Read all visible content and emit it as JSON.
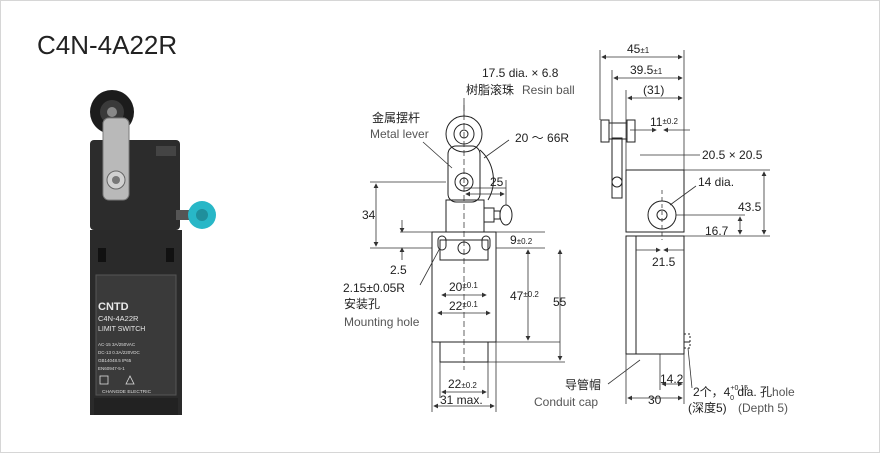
{
  "title": "C4N-4A22R",
  "colors": {
    "line": "#222222",
    "dim": "#333333",
    "text": "#222222",
    "gray_text": "#555555",
    "body_dark": "#2a2a2a",
    "plunger": "#28b7c7",
    "roller_arm": "#b5b5b5"
  },
  "product_photo": {
    "brand": "CNTD",
    "model": "C4N-4A22R",
    "type": "LIMIT SWITCH",
    "rating_1": "AC-15  3A/250VAC",
    "rating_2": "DC-13  0.3A/220VDC",
    "std_1": "GB14048.5  IP65",
    "std_2": "EN60947-5-1",
    "maker": "CHANGDE ELECTRIC"
  },
  "front_view": {
    "resin_ball_size": "17.5 dia. × 6.8",
    "resin_ball_cn": "树脂滚珠",
    "resin_ball_en": "Resin ball",
    "metal_lever_cn": "金属摆杆",
    "metal_lever_en": "Metal lever",
    "radius": "20 ～ 66R",
    "dim_25": "25",
    "dim_34": "34",
    "dim_9_main": "9",
    "dim_9_tol": "±0.2",
    "dim_2_5": "2.5",
    "hole_spec": "2.15±0.05R",
    "hole_cn": "安装孔",
    "hole_en": "Mounting hole",
    "dim_20_main": "20",
    "dim_20_tol": "±0.1",
    "dim_22a_main": "22",
    "dim_22a_tol": "±0.1",
    "dim_47_main": "47",
    "dim_47_tol": "±0.2",
    "dim_55": "55",
    "dim_22b_main": "22",
    "dim_22b_tol": "±0.2",
    "dim_31": "31 max."
  },
  "side_view": {
    "dim_45_main": "45",
    "dim_45_tol": "±1",
    "dim_39_main": "39.5",
    "dim_39_tol": "±1",
    "dim_31": "(31)",
    "dim_11_main": "11",
    "dim_11_tol": "±0.2",
    "dim_20x20": "20.5 × 20.5",
    "dim_14dia": "14 dia.",
    "dim_43": "43.5",
    "dim_16": "16.7",
    "dim_21": "21.5",
    "conduit_cn": "导管帽",
    "conduit_en": "Conduit cap",
    "dim_14_2": "14.2",
    "dim_30": "30",
    "hole_prefix": "2个，4",
    "hole_sup": "+0.15",
    "hole_sub": "0",
    "hole_mid": " dia. 孔",
    "hole_en": "hole",
    "depth_cn": "(深度5)",
    "depth_en": "(Depth 5)"
  }
}
